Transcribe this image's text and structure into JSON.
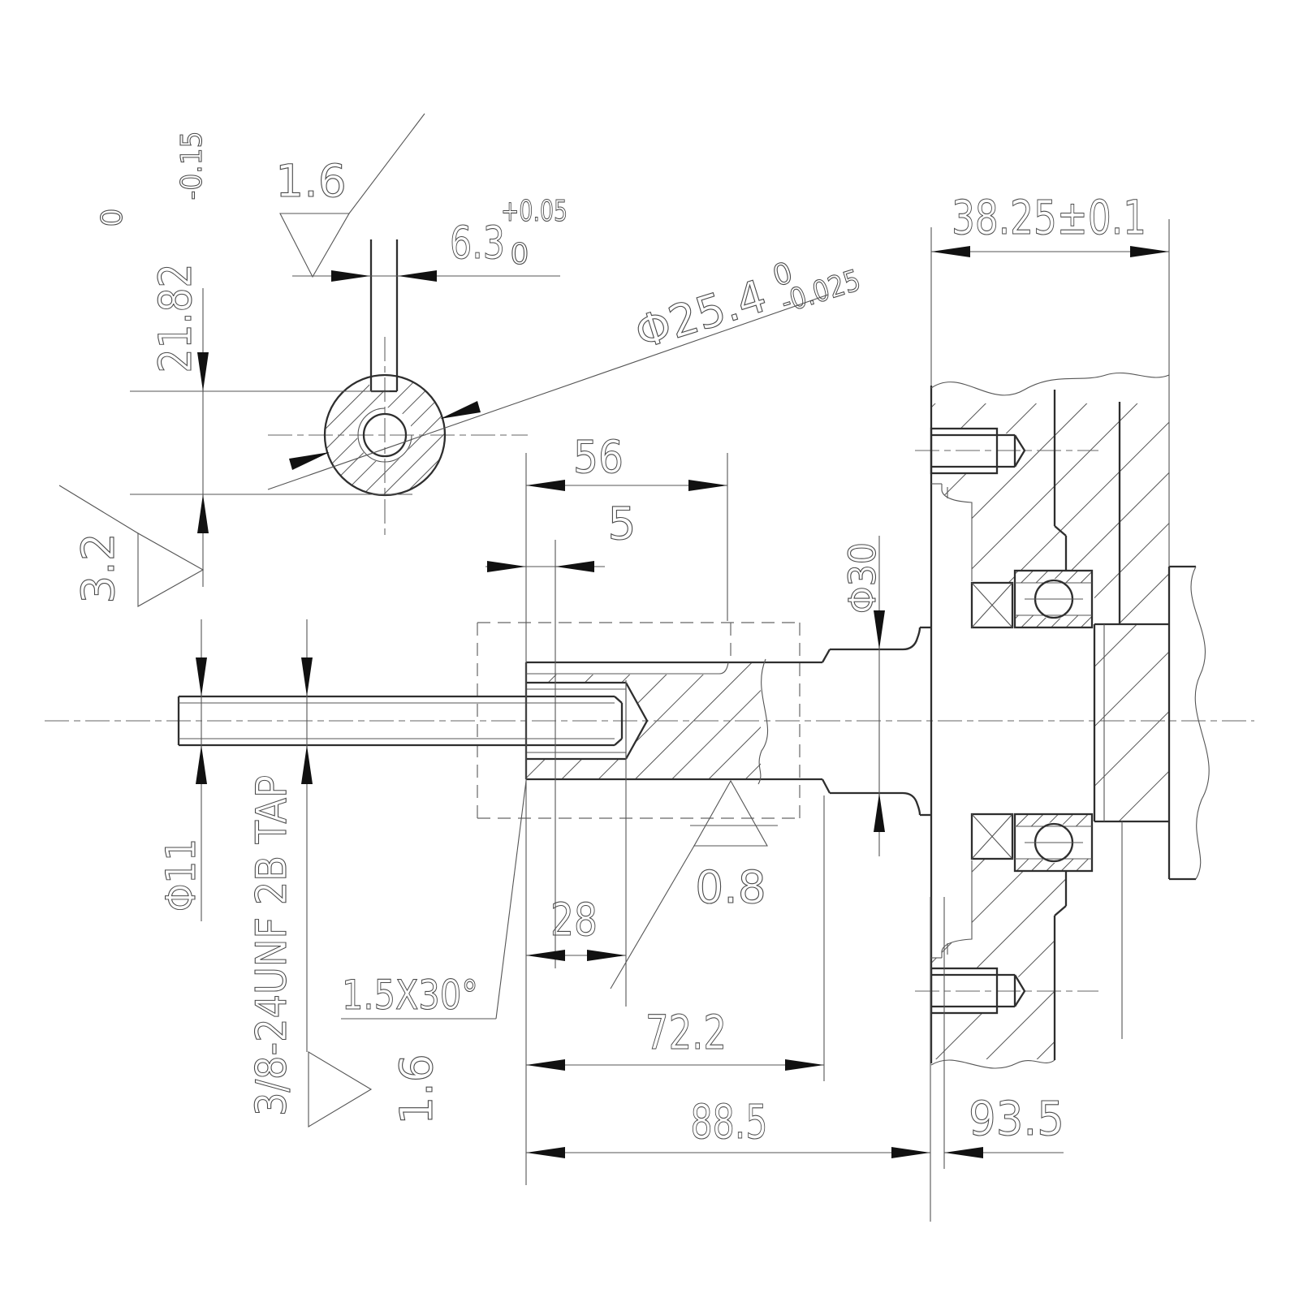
{
  "drawing": {
    "type": "engineering-section-drawing",
    "background": "#ffffff",
    "line_color": "#2e2e2e",
    "dimensions": {
      "hub_width": "38.25±0.1",
      "keyway_length": "56",
      "recess_depth": "5",
      "keyway_width": "6.3",
      "keyway_width_tol_upper": "+0.05",
      "keyway_width_tol_lower": "0",
      "keyway_height": "21.82",
      "keyway_height_tol_upper": "0",
      "keyway_height_tol_lower": "-0.15",
      "shaft_diameter": "Φ25.4",
      "shaft_diameter_tol_upper": "0",
      "shaft_diameter_tol_lower": "-0.025",
      "journal_diameter": "Φ30",
      "stud_diameter": "Φ11",
      "thread_callout": "3/8-24UNF 2B TAP",
      "chamfer_note": "1.5X30°",
      "thread_depth": "28",
      "length_to_groove": "72.2",
      "length_to_hub_face": "88.5",
      "overall_length": "93.5"
    },
    "surface_finish": {
      "keyway_side": "1.6",
      "keyway_bottom": "3.2",
      "shaft_surface": "0.8",
      "thread_surface": "1.6"
    }
  }
}
